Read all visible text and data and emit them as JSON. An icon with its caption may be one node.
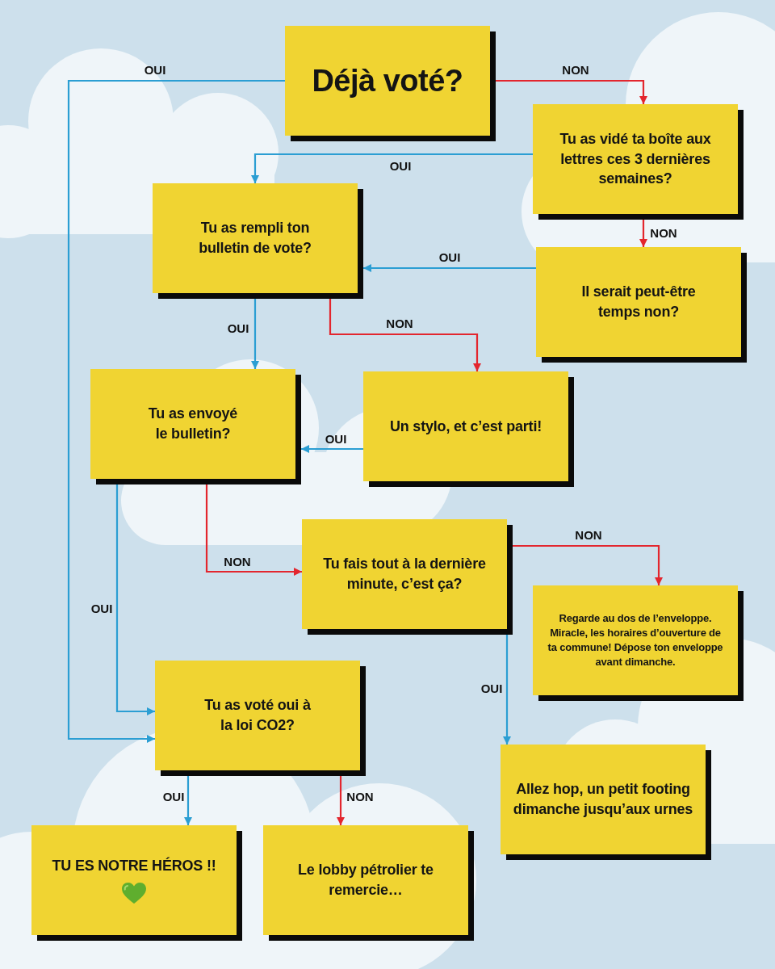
{
  "diagram": {
    "nodes": [
      {
        "text": [
          "Déjà voté?"
        ]
      },
      {
        "text": [
          "Tu as vidé ta boîte aux lettres ces 3 dernières semaines?"
        ]
      },
      {
        "text": [
          "Tu as rempli ton bulletin de vote?"
        ]
      },
      {
        "text": [
          "Il serait peut-être temps non?"
        ]
      },
      {
        "text": [
          "Tu as envoyé le bulletin?"
        ]
      },
      {
        "text": [
          "Un stylo, et c’est parti!"
        ]
      },
      {
        "text": [
          "Tu fais tout à la dernière minute, c’est ça?"
        ]
      },
      {
        "text": [
          "Regarde au dos de l’enveloppe. Miracle, les horaires d’ouverture de ta commune! Dépose ton enveloppe avant dimanche."
        ]
      },
      {
        "text": [
          "Tu as voté oui à la loi CO2?"
        ]
      },
      {
        "text": [
          "Allez hop, un petit footing dimanche jusqu’aux urnes"
        ]
      },
      {
        "text": [
          "TU ES NOTRE HÉROS !!"
        ]
      },
      {
        "text": [
          "Le lobby pétrolier te remercie…"
        ]
      }
    ],
    "edges": [
      {
        "from": 0,
        "to": 8,
        "arrow": "to",
        "label": "OUI"
      },
      {
        "from": 0,
        "to": 1,
        "arrow": "to",
        "label": "NON",
        "color": "#e3262e"
      },
      {
        "from": 1,
        "to": 2,
        "arrow": "to",
        "label": "OUI"
      },
      {
        "from": 1,
        "to": 3,
        "arrow": "to",
        "label": "NON",
        "color": "#e3262e"
      },
      {
        "from": 3,
        "to": 2,
        "arrow": "to",
        "label": "OUI"
      },
      {
        "from": 2,
        "to": 4,
        "arrow": "to",
        "label": "OUI"
      },
      {
        "from": 2,
        "to": 5,
        "arrow": "to",
        "label": "NON",
        "color": "#e3262e"
      },
      {
        "from": 5,
        "to": 4,
        "arrow": "to",
        "label": "OUI"
      },
      {
        "from": 4,
        "to": 8,
        "arrow": "to",
        "label": "OUI"
      },
      {
        "from": 4,
        "to": 6,
        "arrow": "to",
        "label": "NON",
        "color": "#e3262e"
      },
      {
        "from": 6,
        "to": 7,
        "arrow": "to",
        "label": "NON",
        "color": "#e3262e"
      },
      {
        "from": 6,
        "to": 9,
        "arrow": "to",
        "label": "OUI"
      },
      {
        "from": 8,
        "to": 10,
        "arrow": "to",
        "label": "OUI"
      },
      {
        "from": 8,
        "to": 11,
        "arrow": "to",
        "label": "NON",
        "color": "#e3262e"
      }
    ]
  }
}
